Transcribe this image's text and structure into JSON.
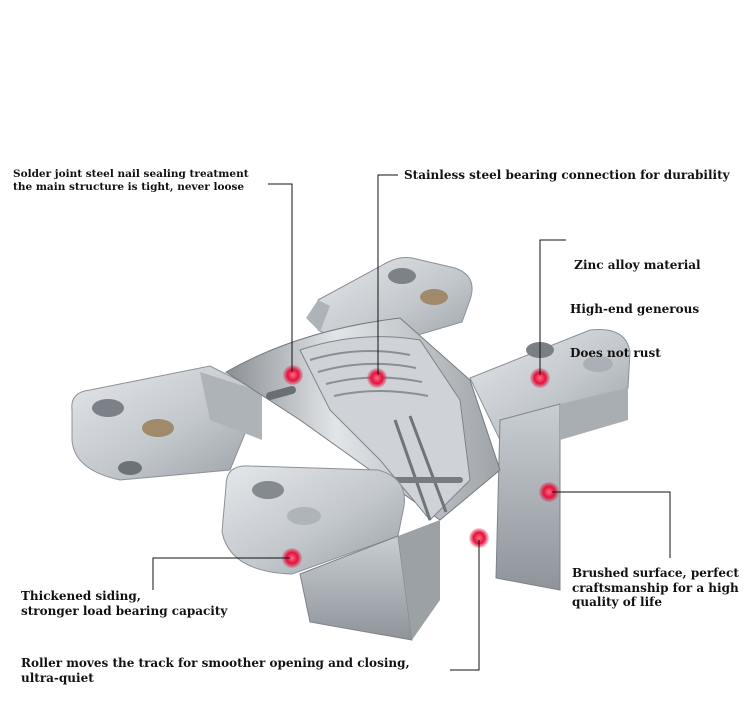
{
  "image": {
    "subject": "Concealed stainless steel hinge with annotated features",
    "colors": {
      "background": "#ffffff",
      "metal_light": "#d9dde1",
      "metal_mid": "#b7bcc2",
      "metal_dark": "#8c9197",
      "marker": "#e3123c",
      "leader_line": "#111111",
      "text": "#111111"
    }
  },
  "annotations": [
    {
      "id": "solder-joint",
      "lines": [
        "Solder joint steel nail sealing treatment",
        "the main structure is tight, never loose"
      ]
    },
    {
      "id": "bearing",
      "lines": [
        "Stainless steel bearing connection for durability"
      ]
    },
    {
      "id": "zinc-alloy",
      "lines": [
        " Zinc alloy material",
        "High-end generous",
        "Does not rust"
      ]
    },
    {
      "id": "brushed-surface",
      "lines": [
        "Brushed surface, perfect",
        "craftsmanship for a high",
        "quality of life"
      ]
    },
    {
      "id": "siding",
      "lines": [
        "Thickened siding,",
        "stronger load bearing capacity"
      ]
    },
    {
      "id": "roller",
      "lines": [
        "Roller moves the track for smoother opening and closing,",
        "ultra-quiet"
      ]
    }
  ]
}
